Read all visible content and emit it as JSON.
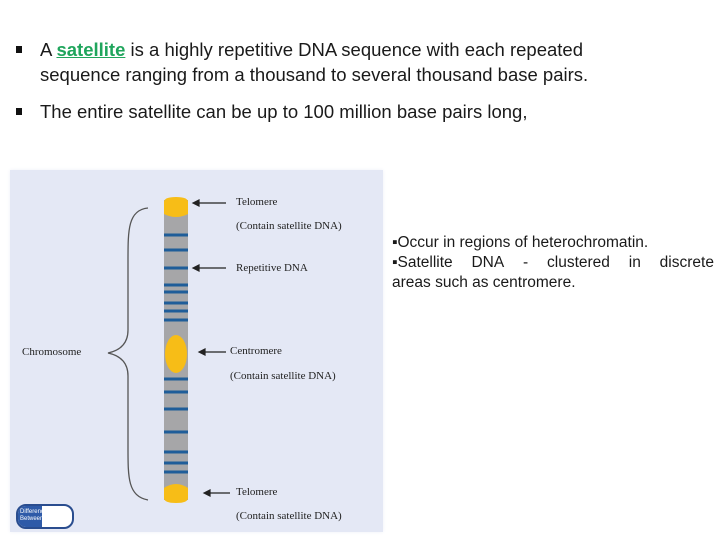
{
  "bullets": [
    {
      "prefix": "A ",
      "link": "satellite",
      "line1_rest": " is a highly repetitive DNA sequence with each repeated",
      "line2": "sequence ranging from a thousand to several thousand base pairs."
    },
    {
      "text": "The entire satellite can be up to 100 million base pairs long,"
    }
  ],
  "figure": {
    "chromosome_label": "Chromosome",
    "labels": [
      {
        "title": "Telomere",
        "sub": "(Contain satellite DNA)"
      },
      {
        "title": "Repetitive DNA"
      },
      {
        "title": "Centromere",
        "sub": "(Contain satellite DNA)"
      },
      {
        "title": "Telomere",
        "sub": "(Contain satellite DNA)"
      }
    ],
    "logo_line1": "Difference",
    "logo_line2": "Between",
    "colors": {
      "chromatid": "#a6a6a8",
      "band": "#1f5d99",
      "telomere": "#f7bd17",
      "background": "#e4e8f5"
    }
  },
  "side_notes": {
    "line1": "▪Occur in regions of heterochromatin.",
    "line2_words": [
      "▪Satellite",
      "DNA",
      "-",
      "clustered",
      "in",
      "discrete"
    ],
    "line3": "areas such as centromere."
  }
}
